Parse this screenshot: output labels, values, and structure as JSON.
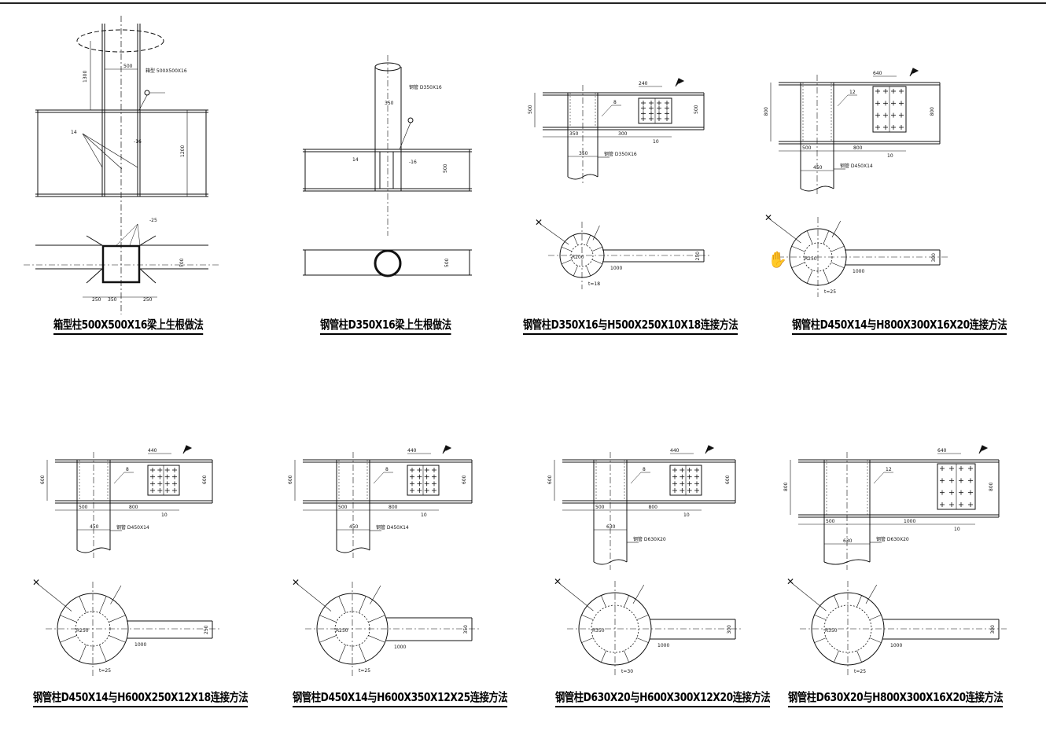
{
  "panels": [
    {
      "title": "箱型柱500X500X16梁上生根做法",
      "labels": [
        "500",
        "1300",
        "1200",
        "-16",
        "14",
        "250",
        "350",
        "250",
        "500",
        "-25",
        "箱型 500X500X16"
      ]
    },
    {
      "title": "钢管柱D350X16梁上生根做法",
      "labels": [
        "350",
        "500",
        "-16",
        "14",
        "钢管 D350X16",
        "500"
      ]
    },
    {
      "title": "钢管柱D350X16与H500X250X10X18连接方法",
      "labels": [
        "500",
        "500",
        "350",
        "300",
        "10",
        "350",
        "钢管 D350X16",
        "R200",
        "1000",
        "250",
        "t=18",
        "240",
        "8"
      ]
    },
    {
      "title": "钢管柱D450X14与H800X300X16X20连接方法",
      "labels": [
        "800",
        "800",
        "500",
        "800",
        "10",
        "450",
        "钢管 D450X14",
        "R250",
        "1000",
        "300",
        "t=25",
        "640",
        "12"
      ]
    },
    {
      "title": "钢管柱D450X14与H600X250X12X18连接方法",
      "labels": [
        "600",
        "600",
        "500",
        "800",
        "10",
        "450",
        "钢管 D450X14",
        "R250",
        "1000",
        "250",
        "t=25",
        "440",
        "8"
      ]
    },
    {
      "title": "钢管柱D450X14与H600X350X12X25连接方法",
      "labels": [
        "600",
        "600",
        "500",
        "800",
        "10",
        "450",
        "钢管 D450X14",
        "R250",
        "1000",
        "350",
        "t=25",
        "440",
        "8"
      ]
    },
    {
      "title": "钢管柱D630X20与H600X300X12X20连接方法",
      "labels": [
        "600",
        "600",
        "500",
        "800",
        "10",
        "630",
        "钢管 D630X20",
        "R350",
        "1000",
        "300",
        "t=30",
        "440",
        "8"
      ]
    },
    {
      "title": "钢管柱D630X20与H800X300X16X20连接方法",
      "labels": [
        "800",
        "800",
        "500",
        "1000",
        "10",
        "630",
        "钢管 D630X20",
        "R350",
        "1000",
        "300",
        "t=25",
        "640",
        "12"
      ]
    }
  ],
  "colors": {
    "line": "#111111",
    "accent": "#d04040"
  }
}
